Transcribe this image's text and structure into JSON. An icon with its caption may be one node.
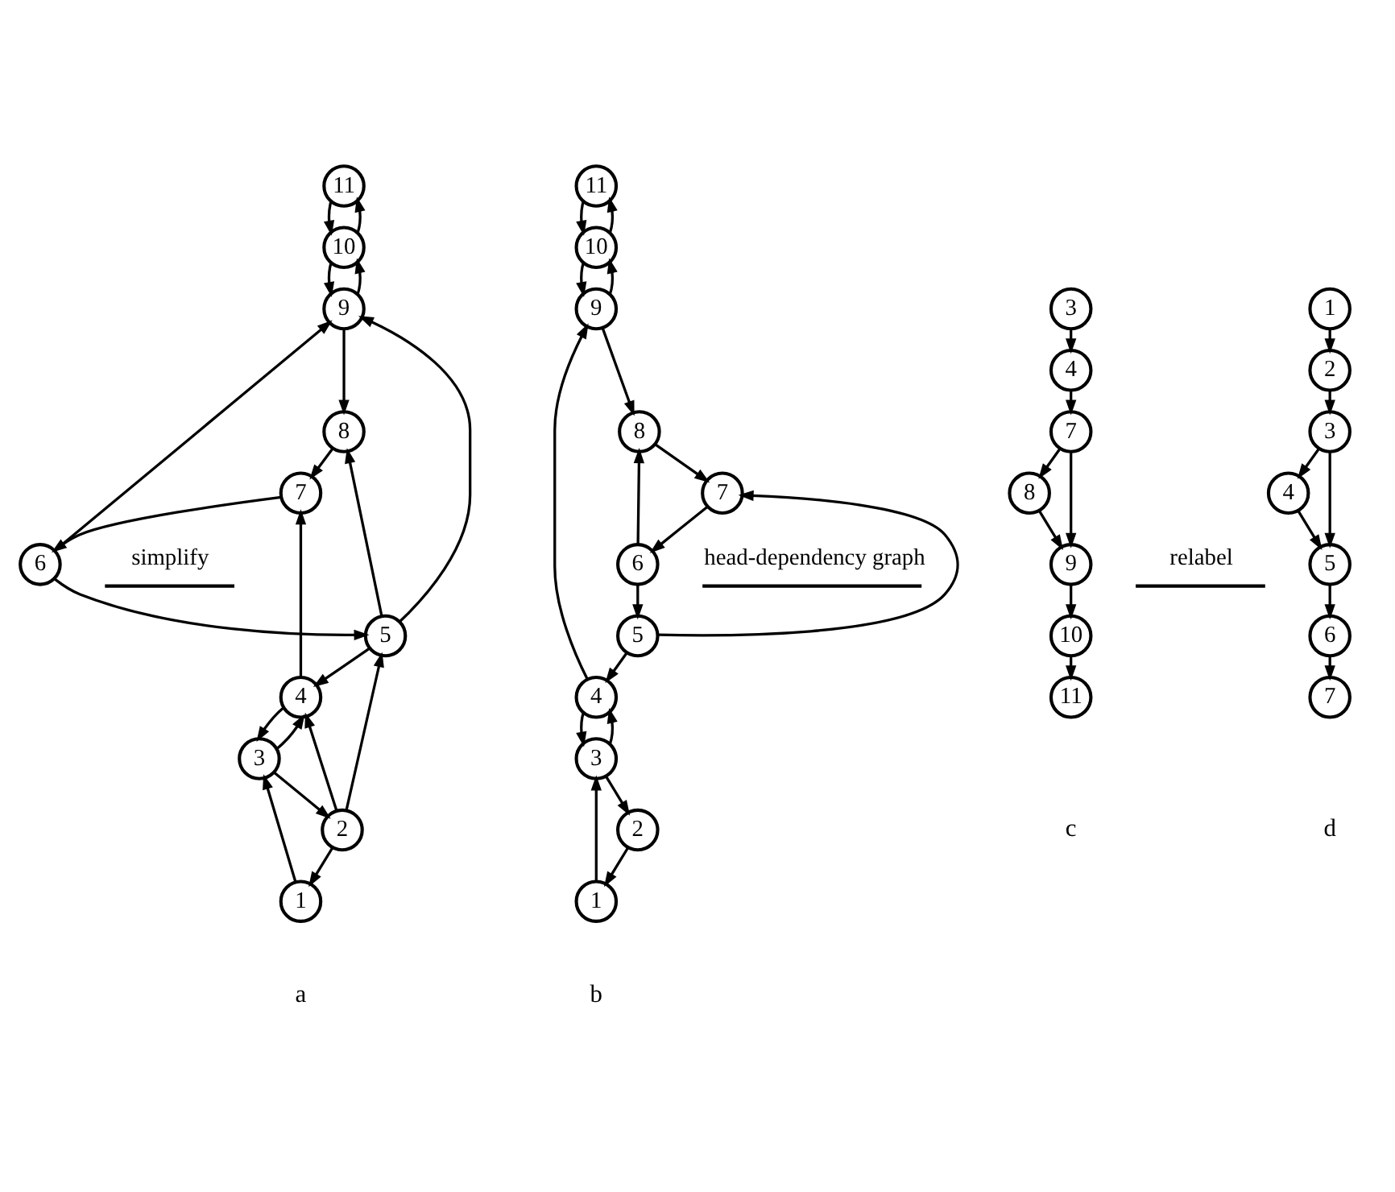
{
  "diagram": {
    "nodes": [
      {
        "text": [
          "11"
        ]
      },
      {
        "text": [
          "10"
        ]
      },
      {
        "text": [
          "9"
        ]
      },
      {
        "text": [
          "8"
        ]
      },
      {
        "text": [
          "7"
        ]
      },
      {
        "text": [
          "6"
        ]
      },
      {
        "text": [
          "5"
        ]
      },
      {
        "text": [
          "4"
        ]
      },
      {
        "text": [
          "3"
        ]
      },
      {
        "text": [
          "2"
        ]
      },
      {
        "text": [
          "1"
        ]
      },
      {
        "text": [
          "11"
        ]
      },
      {
        "text": [
          "10"
        ]
      },
      {
        "text": [
          "9"
        ]
      },
      {
        "text": [
          "8"
        ]
      },
      {
        "text": [
          "7"
        ]
      },
      {
        "text": [
          "6"
        ]
      },
      {
        "text": [
          "5"
        ]
      },
      {
        "text": [
          "4"
        ]
      },
      {
        "text": [
          "3"
        ]
      },
      {
        "text": [
          "2"
        ]
      },
      {
        "text": [
          "1"
        ]
      },
      {
        "text": [
          "3"
        ]
      },
      {
        "text": [
          "4"
        ]
      },
      {
        "text": [
          "7"
        ]
      },
      {
        "text": [
          "8"
        ]
      },
      {
        "text": [
          "9"
        ]
      },
      {
        "text": [
          "10"
        ]
      },
      {
        "text": [
          "11"
        ]
      },
      {
        "text": [
          "1"
        ]
      },
      {
        "text": [
          "2"
        ]
      },
      {
        "text": [
          "3"
        ]
      },
      {
        "text": [
          "4"
        ]
      },
      {
        "text": [
          "5"
        ]
      },
      {
        "text": [
          "6"
        ]
      },
      {
        "text": [
          "7"
        ]
      }
    ],
    "edges": [
      {
        "from": 0,
        "to": 1,
        "arrow": "to"
      },
      {
        "from": 1,
        "to": 2,
        "arrow": "to"
      },
      {
        "from": 2,
        "to": 3,
        "arrow": "to"
      },
      {
        "from": 3,
        "to": 4,
        "arrow": "to"
      },
      {
        "from": 4,
        "to": 5,
        "arrow": "to"
      },
      {
        "from": 5,
        "to": 6,
        "arrow": "to"
      },
      {
        "from": 6,
        "to": 7,
        "arrow": "to"
      },
      {
        "from": 7,
        "to": 8,
        "arrow": "to"
      },
      {
        "from": 8,
        "to": 9,
        "arrow": "to"
      },
      {
        "from": 9,
        "to": 10,
        "arrow": "to"
      },
      {
        "from": 1,
        "to": 0,
        "arrow": "to"
      },
      {
        "from": 2,
        "to": 1,
        "arrow": "to"
      },
      {
        "from": 5,
        "to": 2,
        "arrow": "to"
      },
      {
        "from": 6,
        "to": 2,
        "arrow": "to"
      },
      {
        "from": 6,
        "to": 3,
        "arrow": "to"
      },
      {
        "from": 7,
        "to": 4,
        "arrow": "to"
      },
      {
        "from": 9,
        "to": 6,
        "arrow": "to"
      },
      {
        "from": 8,
        "to": 7,
        "arrow": "to"
      },
      {
        "from": 9,
        "to": 7,
        "arrow": "to"
      },
      {
        "from": 10,
        "to": 8,
        "arrow": "to"
      },
      {
        "from": 11,
        "to": 12,
        "arrow": "to"
      },
      {
        "from": 12,
        "to": 13,
        "arrow": "to"
      },
      {
        "from": 13,
        "to": 14,
        "arrow": "to"
      },
      {
        "from": 14,
        "to": 15,
        "arrow": "to"
      },
      {
        "from": 15,
        "to": 16,
        "arrow": "to"
      },
      {
        "from": 16,
        "to": 17,
        "arrow": "to"
      },
      {
        "from": 17,
        "to": 18,
        "arrow": "to"
      },
      {
        "from": 18,
        "to": 19,
        "arrow": "to"
      },
      {
        "from": 19,
        "to": 20,
        "arrow": "to"
      },
      {
        "from": 20,
        "to": 21,
        "arrow": "to"
      },
      {
        "from": 12,
        "to": 11,
        "arrow": "to"
      },
      {
        "from": 13,
        "to": 12,
        "arrow": "to"
      },
      {
        "from": 16,
        "to": 14,
        "arrow": "to"
      },
      {
        "from": 17,
        "to": 15,
        "arrow": "to"
      },
      {
        "from": 18,
        "to": 13,
        "arrow": "to"
      },
      {
        "from": 19,
        "to": 18,
        "arrow": "to"
      },
      {
        "from": 21,
        "to": 19,
        "arrow": "to"
      },
      {
        "from": 22,
        "to": 23,
        "arrow": "to"
      },
      {
        "from": 23,
        "to": 24,
        "arrow": "to"
      },
      {
        "from": 24,
        "to": 25,
        "arrow": "to"
      },
      {
        "from": 25,
        "to": 26,
        "arrow": "to"
      },
      {
        "from": 26,
        "to": 27,
        "arrow": "to"
      },
      {
        "from": 27,
        "to": 28,
        "arrow": "to"
      },
      {
        "from": 24,
        "to": 26,
        "arrow": "to"
      },
      {
        "from": 29,
        "to": 30,
        "arrow": "to"
      },
      {
        "from": 30,
        "to": 31,
        "arrow": "to"
      },
      {
        "from": 31,
        "to": 32,
        "arrow": "to"
      },
      {
        "from": 32,
        "to": 33,
        "arrow": "to"
      },
      {
        "from": 33,
        "to": 34,
        "arrow": "to"
      },
      {
        "from": 34,
        "to": 35,
        "arrow": "to"
      },
      {
        "from": 31,
        "to": 33,
        "arrow": "to"
      }
    ],
    "labels": [
      "simplify",
      "head-dependency graph",
      "relabel",
      "a",
      "b",
      "c",
      "d"
    ]
  }
}
